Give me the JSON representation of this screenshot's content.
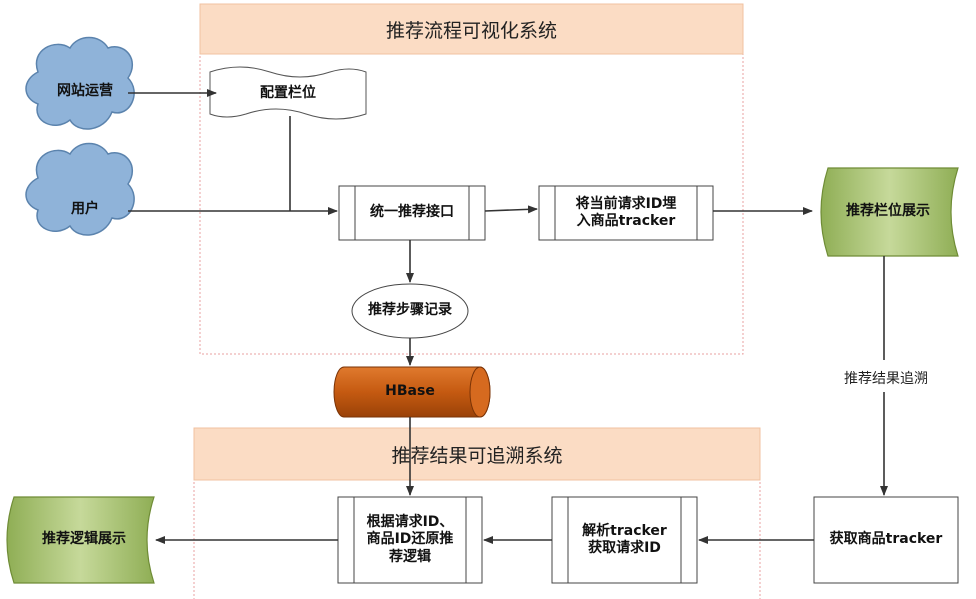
{
  "panels": {
    "top_title": "推荐流程可视化系统",
    "bottom_title": "推荐结果可追溯系统"
  },
  "nodes": {
    "site_ops": "网站运营",
    "user": "用户",
    "config_slot": "配置栏位",
    "unified_api": "统一推荐接口",
    "embed_tracker": "将当前请求ID埋\n入商品tracker",
    "step_log": "推荐步骤记录",
    "hbase": "HBase",
    "slot_display": "推荐栏位展示",
    "get_tracker": "获取商品tracker",
    "parse_tracker": "解析tracker\n获取请求ID",
    "restore_logic": "根据请求ID、\n商品ID还原推\n荐逻辑",
    "logic_display": "推荐逻辑展示"
  },
  "edge_labels": {
    "trace": "推荐结果追溯"
  },
  "colors": {
    "cloud": "#8fb3d9",
    "cloud_stroke": "#5b83ad",
    "panel_header": "#fbdcc4",
    "panel_border": "#e8a0a0",
    "hbase": "#c55a11",
    "display": "#b5cc86",
    "display_stroke": "#6f8c36"
  }
}
